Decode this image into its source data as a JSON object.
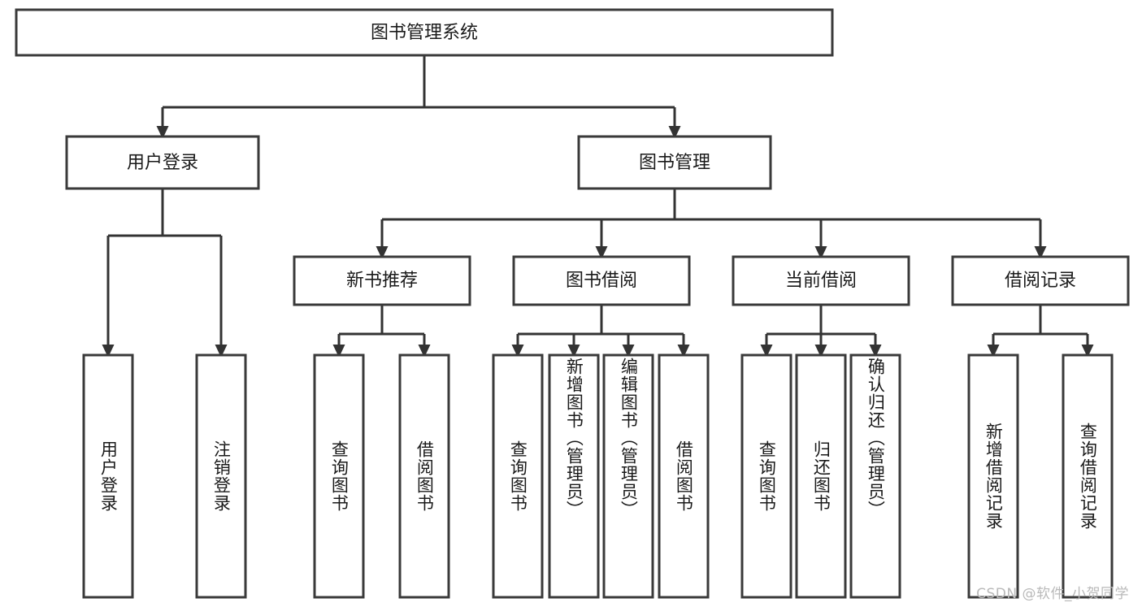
{
  "diagram": {
    "title": "图书管理系统",
    "type": "hierarchy-tree",
    "watermark": "CSDN @软件_小贺同学",
    "colors": {
      "box_stroke": "#3a3a3a",
      "connector": "#333333",
      "background": "#ffffff",
      "text": "#1a1a1a",
      "watermark": "#b9b9b9"
    },
    "levels": {
      "root": {
        "label": "图书管理系统"
      },
      "level2": [
        {
          "label": "用户登录"
        },
        {
          "label": "图书管理"
        }
      ],
      "level3": [
        {
          "label": "新书推荐"
        },
        {
          "label": "图书借阅"
        },
        {
          "label": "当前借阅"
        },
        {
          "label": "借阅记录"
        }
      ],
      "leaves": {
        "user_login": [
          {
            "label": "用户登录"
          },
          {
            "label": "注销登录"
          }
        ],
        "new_book_recommend": [
          {
            "label": "查询图书"
          },
          {
            "label": "借阅图书"
          }
        ],
        "book_borrow": [
          {
            "label": "查询图书"
          },
          {
            "label": "新增图书（管理员）"
          },
          {
            "label": "编辑图书（管理员）"
          },
          {
            "label": "借阅图书"
          }
        ],
        "current_borrow": [
          {
            "label": "查询图书"
          },
          {
            "label": "归还图书"
          },
          {
            "label": "确认归还（管理员）"
          }
        ],
        "borrow_record": [
          {
            "label": "新增借阅记录"
          },
          {
            "label": "查询借阅记录"
          }
        ]
      }
    }
  }
}
